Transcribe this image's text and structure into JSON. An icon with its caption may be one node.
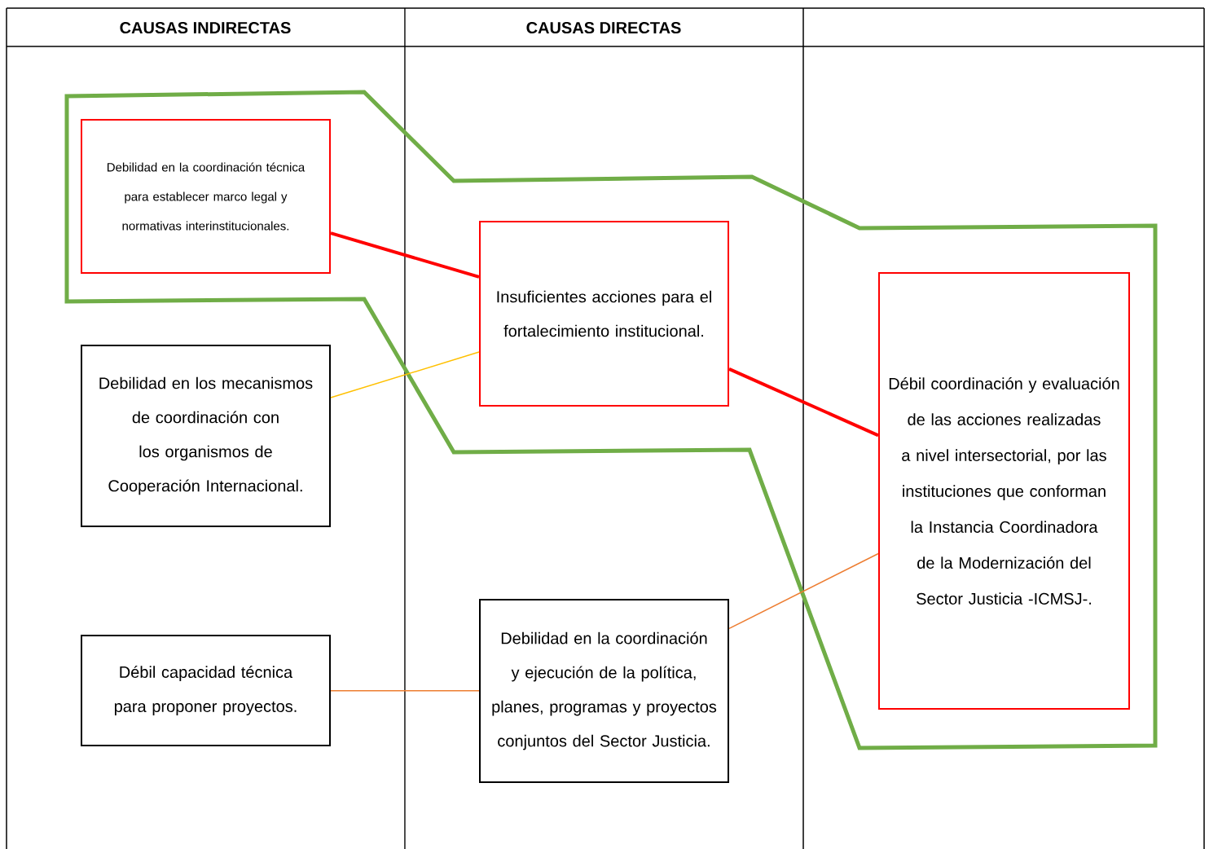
{
  "diagram": {
    "nodes": [
      {
        "text": [
          "Debilidad en la coordinación técnica para establecer marco legal y normativas interinstitucionales."
        ]
      },
      {
        "text": [
          "Debilidad en los mecanismos de coordinación con los organismos de Cooperación Internacional."
        ]
      },
      {
        "text": [
          "Débil capacidad técnica para proponer proyectos."
        ]
      },
      {
        "text": [
          "Insuficientes acciones para el fortalecimiento institucional."
        ]
      },
      {
        "text": [
          "Debilidad en la coordinación y ejecución de la política, planes, programas y proyectos conjuntos del Sector Justicia."
        ]
      },
      {
        "text": [
          "Débil coordinación y evaluación de las acciones realizadas a nivel intersectorial, por las instituciones que conforman la Instancia Coordinadora de la Modernización del Sector Justicia -ICMSJ-."
        ]
      }
    ],
    "edges": [
      {
        "from": 0,
        "to": 3,
        "arrow": "none",
        "style": "thick",
        "color": "#ff0000"
      },
      {
        "from": 1,
        "to": 3,
        "arrow": "none",
        "color": "#ffc000"
      },
      {
        "from": 3,
        "to": 5,
        "arrow": "none",
        "style": "thick",
        "color": "#ff0000"
      },
      {
        "from": 2,
        "to": 4,
        "arrow": "none",
        "color": "#ed7d31"
      },
      {
        "from": 4,
        "to": 5,
        "arrow": "none",
        "color": "#ed7d31"
      }
    ],
    "labels": [
      "CAUSAS INDIRECTAS",
      "CAUSAS DIRECTAS"
    ]
  }
}
